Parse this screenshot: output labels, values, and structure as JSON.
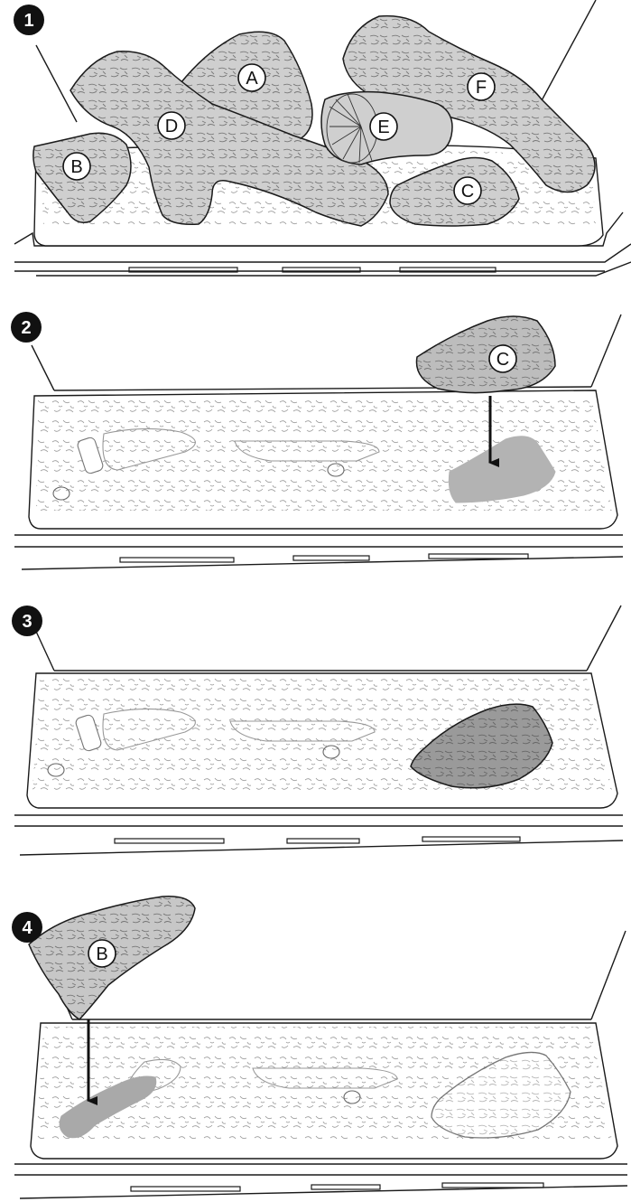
{
  "steps": [
    {
      "number": "1",
      "labels": {
        "a": "A",
        "b": "B",
        "c": "C",
        "d": "D",
        "e": "E",
        "f": "F"
      }
    },
    {
      "number": "2",
      "labels": {
        "c": "C"
      }
    },
    {
      "number": "3"
    },
    {
      "number": "4",
      "labels": {
        "b": "B"
      }
    }
  ],
  "colors": {
    "log_fill": "#cfcfcf",
    "log_stroke": "#1a1a1a",
    "placement_fill": "#b3b3b3",
    "placed_log_fill": "#9a9a9a",
    "line": "#1a1a1a",
    "badge": "#111111"
  }
}
